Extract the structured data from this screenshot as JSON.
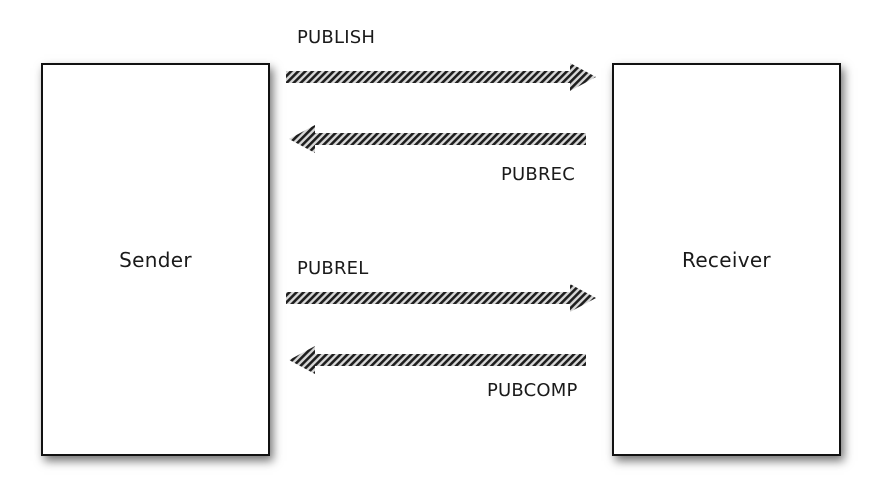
{
  "sender": {
    "label": "Sender"
  },
  "receiver": {
    "label": "Receiver"
  },
  "messages": [
    {
      "label": "PUBLISH",
      "direction": "sender-to-receiver"
    },
    {
      "label": "PUBREC",
      "direction": "receiver-to-sender"
    },
    {
      "label": "PUBREL",
      "direction": "sender-to-receiver"
    },
    {
      "label": "PUBCOMP",
      "direction": "receiver-to-sender"
    }
  ]
}
